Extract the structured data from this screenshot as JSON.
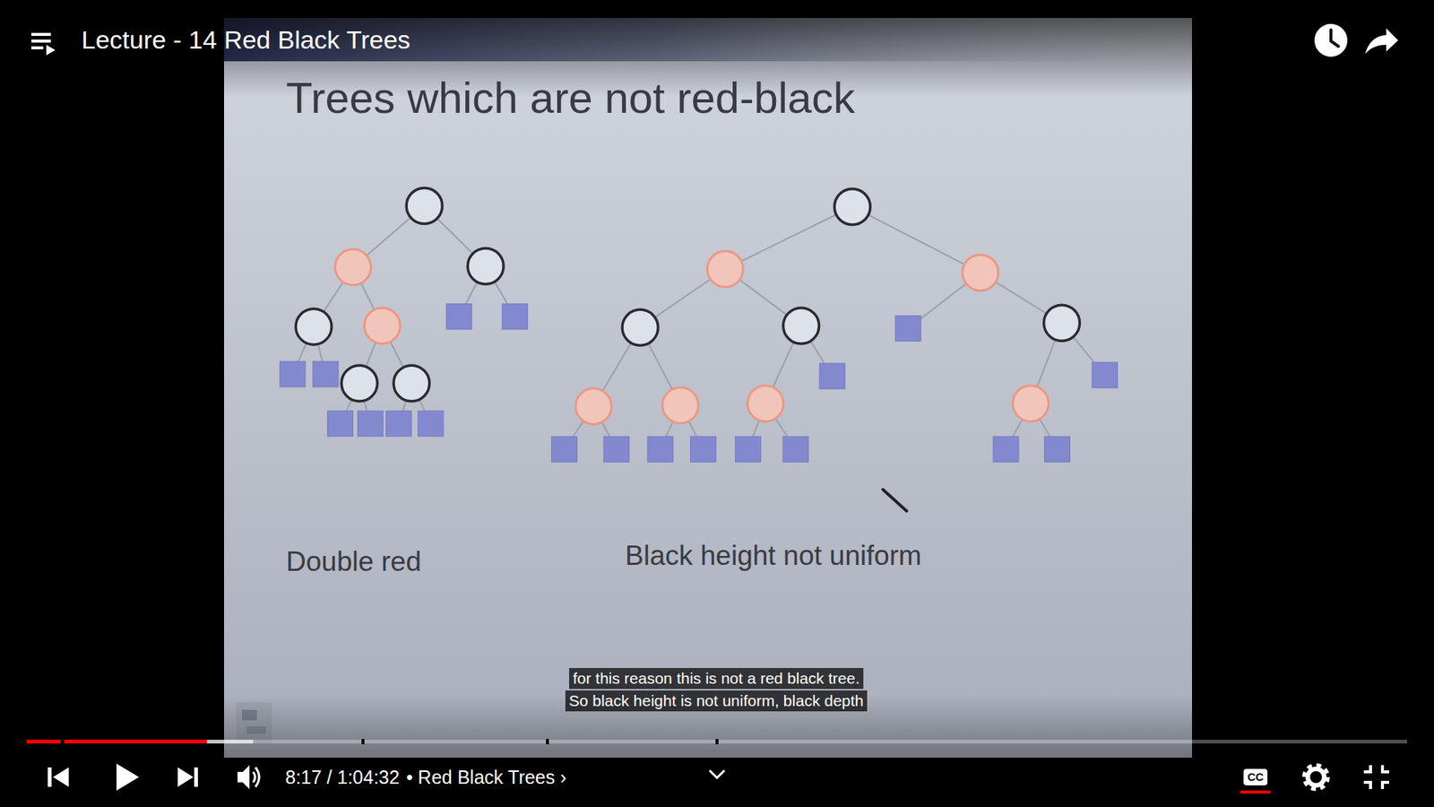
{
  "diagram": {
    "title": "Lecture - 14 Red Black Trees",
    "labels": [
      "Trees which are not red-black",
      "Double red",
      "Black height not uniform",
      "for this reason this is not a red black tree.",
      "So black height is not uniform, black depth",
      "8:17 / 1:04:32",
      "• Red Black Trees ›",
      "CC"
    ]
  }
}
